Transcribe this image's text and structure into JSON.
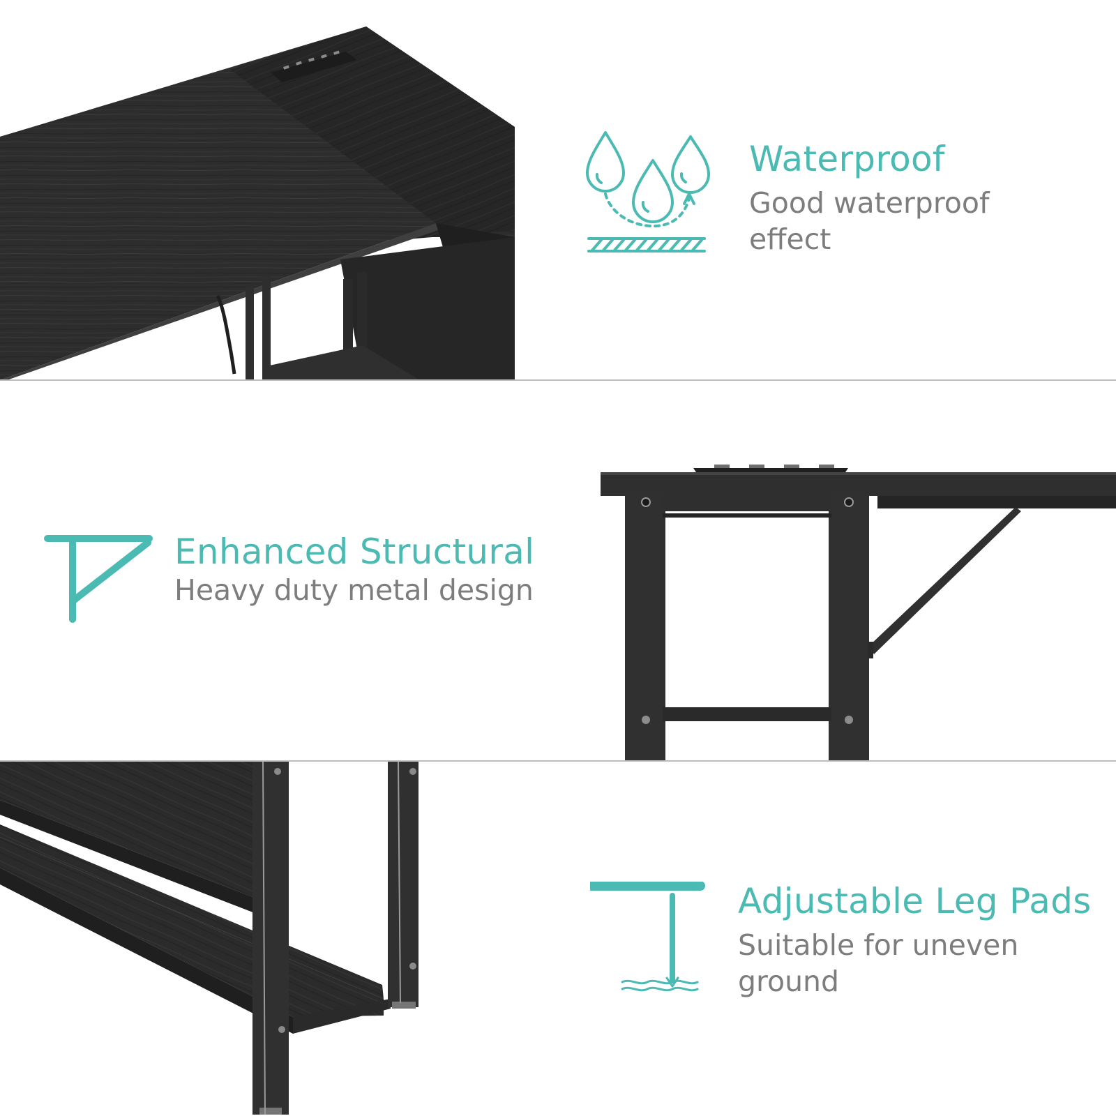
{
  "colors": {
    "accent": "#4bbab3",
    "text_secondary": "#7d7d7d",
    "desk_black": "#2b2b2b",
    "desk_frame": "#303030",
    "background": "#ffffff"
  },
  "features": [
    {
      "title": "Waterproof",
      "description": "Good waterproof\neffect",
      "icon": "water-drops-icon"
    },
    {
      "title": "Enhanced Structural",
      "description": "Heavy duty metal design",
      "icon": "bracket-support-icon"
    },
    {
      "title": "Adjustable Leg Pads",
      "description": "Suitable for uneven\nground",
      "icon": "leveling-pad-icon"
    }
  ]
}
